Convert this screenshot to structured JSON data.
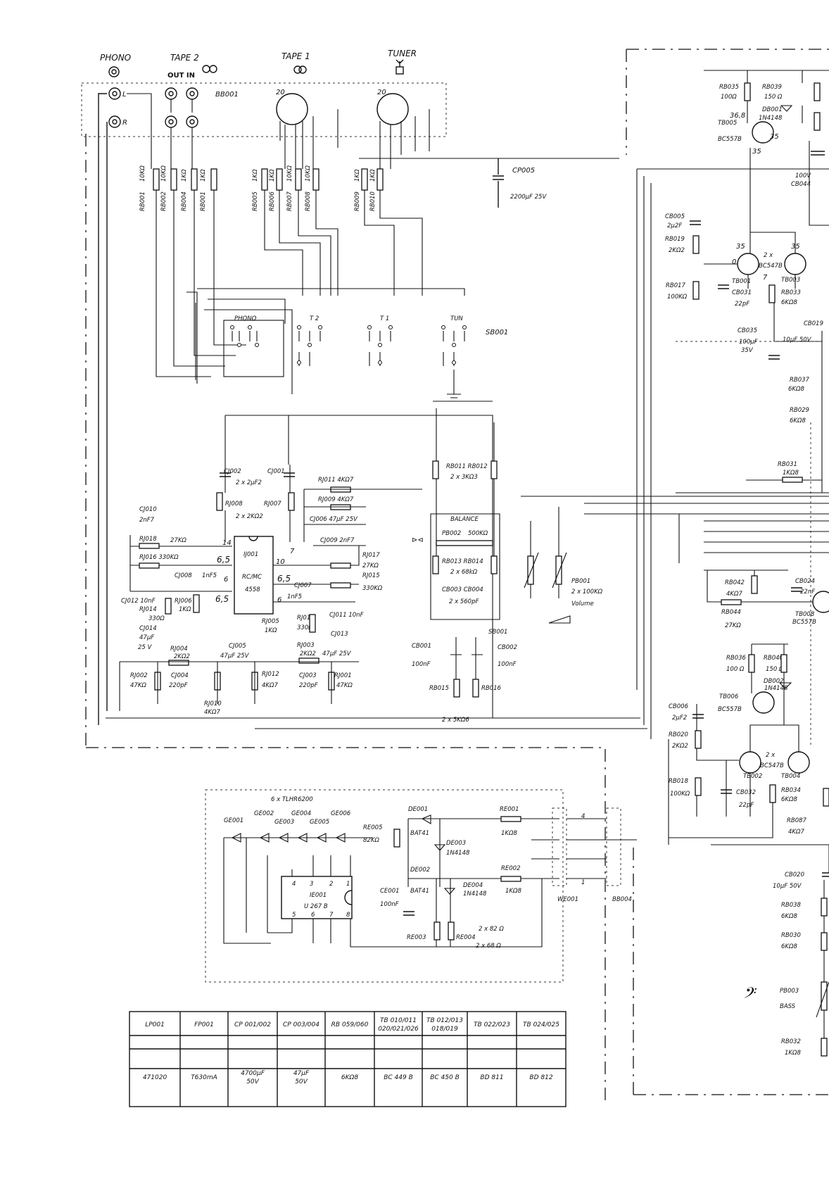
{
  "inputs": {
    "phono": "PHONO",
    "tape2": "TAPE 2",
    "tape2_io": "OUT IN",
    "tape1": "TAPE 1",
    "tuner": "TUNER",
    "ch_l": "L",
    "ch_r": "R",
    "socket": "BB001"
  },
  "components": [
    {
      "name": "RB001",
      "value": "10KΩ"
    },
    {
      "name": "RB002",
      "value": "10KΩ"
    },
    {
      "name": "RB004",
      "value": "1KΩ"
    },
    {
      "name": "RB001",
      "value": "1KΩ"
    },
    {
      "name": "RB005",
      "value": "1KΩ"
    },
    {
      "name": "RB006",
      "value": "1KΩ"
    },
    {
      "name": "RB007",
      "value": "10KΩ"
    },
    {
      "name": "RB008",
      "value": "10KΩ"
    },
    {
      "name": "RB009",
      "value": "1KΩ"
    },
    {
      "name": "RB010",
      "value": "1KΩ"
    }
  ],
  "cp005": {
    "name": "CP005",
    "value": "2200µF  25V"
  },
  "selector": {
    "phono": "PHONO",
    "t2": "T 2",
    "t1": "T 1",
    "tun": "TUN",
    "sb": "SB001"
  },
  "preamp": {
    "cj002": "CJ002",
    "cj001": "CJ001",
    "cj_val": "2 x 2µF2",
    "rj008": "RJ008",
    "rj007": "RJ007",
    "rj_val": "2 x 2KΩ2",
    "rj011": "RJ011  4KΩ7",
    "rj009": "RJ009  4KΩ7",
    "cj006": "CJ006 47µF 25V",
    "cj009": "CJ009  2nF7",
    "cj010": "CJ010",
    "cj010v": "2nF7",
    "rj018": "RJ018",
    "rj018v": "27KΩ",
    "rj016": "RJ016  330KΩ",
    "ic": "IJ001",
    "ic_type": "RC/MC",
    "ic_num": "4558",
    "rj017": "RJ017",
    "rj017v": "27KΩ",
    "rj015": "RJ015",
    "rj015v": "330KΩ",
    "cj008": "CJ008",
    "cj008v": "1nF5",
    "cj007": "CJ007",
    "cj007v": "1nF5",
    "cj012": "CJ012  10nF",
    "rj014": "RJ014",
    "rj014v": "330Ω",
    "rj006": "RJ006",
    "rj006v": "1KΩ",
    "cj014": "CJ014",
    "cj014v": "47µF",
    "cj014v2": "25 V",
    "rj005": "RJ005",
    "rj005v": "1KΩ",
    "rj013": "RJ013",
    "rj013v": "330Ω",
    "cj011": "CJ011  10nF",
    "cj013": "CJ013",
    "rj004": "RJ004",
    "rj004v": "2KΩ2",
    "cj005": "CJ005",
    "cj005v": "47µF  25V",
    "rj003": "RJ003",
    "rj003v": "2KΩ2",
    "cj013v": "47µF 25V",
    "rj002": "RJ002",
    "rj002v": "47KΩ",
    "cj004": "CJ004",
    "cj004v": "220pF",
    "rj010": "RJ010",
    "rj010v": "4KΩ7",
    "rj012": "RJ012",
    "rj012v": "4KΩ7",
    "cj003": "CJ003",
    "cj003v": "220pF",
    "rj001": "RJ001",
    "rj001v": "47KΩ",
    "v14": "14",
    "v65a": "6,5",
    "v65b": "6,5",
    "v65c": "6,5",
    "v6": "6",
    "v6b": "6",
    "v7": "7",
    "v10": "10"
  },
  "balance": {
    "rb011": "RB011  RB012",
    "rb011v": "2 x 3KΩ3",
    "label": "BALANCE",
    "pb002": "PB002",
    "pb002v": "500KΩ",
    "rb013": "RB013  RB014",
    "rb013v": "2 x 68kΩ",
    "cb003": "CB003  CB004",
    "cb003v": "2 x 560pF",
    "pb001": "PB001",
    "pb001v": "2 x 100KΩ",
    "pb001n": "Volume",
    "sb001": "SB001",
    "cb001": "CB001",
    "cb001v": "100nF",
    "cb002": "CB002",
    "cb002v": "100nF",
    "rb015": "RB015",
    "rb016": "RB016",
    "rb015v": "2 x 5KΩ6"
  },
  "power_amp_top": {
    "rb035": "RB035",
    "rb035v": "100Ω",
    "rb039": "RB039",
    "rb039v": "150 Ω",
    "db001": "DB001",
    "db001v": "1N4148",
    "v368": "36,8",
    "tb005": "TB005",
    "tb005t": "BC557B",
    "v35a": "35",
    "v35b": "35",
    "cb044": "100V",
    "cb044n": "CB044",
    "cb005": "CB005",
    "cb005v": "2µ2F",
    "rb019": "RB019",
    "rb019v": "2KΩ2",
    "v35c": "35",
    "v35d": "35",
    "v0": "0",
    "tbpair": "2 x",
    "tbpair_t": "BC547B",
    "tb001": "TB001",
    "tb003": "TB003",
    "v7": "7",
    "rb017": "RB017",
    "rb017v": "100KΩ",
    "cb031": "CB031",
    "cb031v": "22pF",
    "rb033": "RB033",
    "rb033v": "6KΩ8",
    "cb035": "CB035",
    "cb035v": "100µF",
    "cb035v2": "35V",
    "cb019": "CB019",
    "cb019v": "10µF 50V",
    "rb037": "RB037",
    "rb037v": "6KΩ8",
    "rb029": "RB029",
    "rb029v": "6KΩ8",
    "rb031": "RB031",
    "rb031v": "1KΩ8"
  },
  "power_amp_mid": {
    "rb042": "RB042",
    "rb042v": "4KΩ7",
    "cb024": "CB024",
    "cb024v": "22nF",
    "rb044": "RB044",
    "rb044v": "27KΩ",
    "tb008": "TB008",
    "tb008t": "BC557B",
    "rb036": "RB036",
    "rb036v": "100 Ω",
    "rb040": "RB040",
    "rb040v": "150 Ω",
    "db002": "DB002",
    "db002v": "1N4148",
    "tb006": "TB006",
    "tb006t": "BC557B",
    "cb006": "CB006",
    "cb006v": "2µF2",
    "rb020": "RB020",
    "rb020v": "2KΩ2",
    "tbpair": "2 x",
    "tbpair_t": "BC547B",
    "tb002": "TB002",
    "tb004": "TB004",
    "rb018": "RB018",
    "rb018v": "100KΩ",
    "cb032": "CB032",
    "cb032v": "22pF",
    "rb034": "RB034",
    "rb034v": "6KΩ8",
    "rb087": "RB087",
    "rb087v": "4KΩ7"
  },
  "power_amp_low": {
    "cb020": "CB020",
    "cb020v": "10µF 50V",
    "rb038": "RB038",
    "rb038v": "6KΩ8",
    "rb030": "RB030",
    "rb030v": "6KΩ8",
    "pb003": "PB003",
    "bass": "BASS",
    "rb032": "RB032",
    "rb032v": "1KΩ8"
  },
  "led_panel": {
    "title": "6 x  TLHR6200",
    "leds": [
      "GE001",
      "GE002",
      "GE003",
      "GE004",
      "GE005",
      "GE006"
    ],
    "re005": "RE005",
    "re005v": "82KΩ",
    "de001": "DE001",
    "bat41a": "BAT41",
    "re001": "RE001",
    "re001v": "1KΩ8",
    "de003": "DE003",
    "de003v": "1N4148",
    "de002": "DE002",
    "bat41b": "BAT41",
    "re002": "RE002",
    "re002v": "1KΩ8",
    "ce001": "CE001",
    "ce001v": "100nF",
    "de004": "DE004",
    "de004v": "1N4148",
    "ic": "IE001",
    "ic_type": "U 267 B",
    "pins_top": [
      "4",
      "3",
      "2",
      "1"
    ],
    "pins_bot": [
      "5",
      "6",
      "7",
      "8"
    ],
    "re003": "RE003",
    "re004": "RE004",
    "rev1": "2 x 82 Ω",
    "rev2": "2 x 68 Ω",
    "we001": "WE001",
    "bb004": "BB004",
    "pin4": "4",
    "pin1": "1"
  },
  "table": {
    "headers": [
      "LP001",
      "FP001",
      "CP 001/002",
      "CP 003/004",
      "RB 059/060",
      "TB  010/011\n020/021/026",
      "TB  012/013\n018/019",
      "TB  022/023",
      "TB  024/025"
    ],
    "values": [
      "471020",
      "T630mA",
      "4700µF\n50V",
      "47µF\n50V",
      "6KΩ8",
      "BC  449  B",
      "BC  450  B",
      "BD  811",
      "BD  812"
    ]
  }
}
